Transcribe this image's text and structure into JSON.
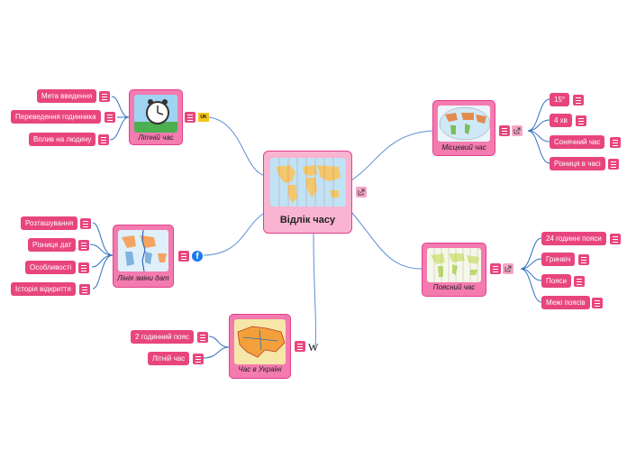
{
  "center": {
    "title": "Відлік часу"
  },
  "summer": {
    "title": "Літній час",
    "leaves": [
      "Мета введення",
      "Переведення годинника",
      "Вплив на людину"
    ]
  },
  "dateline": {
    "title": "Лінія зміни дат",
    "leaves": [
      "Розташування",
      "Різниця дат",
      "Особливості",
      "Історія відкриття"
    ]
  },
  "ukraine": {
    "title": "Час в Україні",
    "leaves": [
      "2 годинний пояс",
      "Літній час"
    ]
  },
  "local": {
    "title": "Місцевий час",
    "leaves": [
      "15°",
      "4 хв",
      "Сонячний час",
      "Різниця в часі"
    ]
  },
  "zonal": {
    "title": "Поясний час",
    "leaves": [
      "24 годинні пояси",
      "Гринвіч",
      "Пояси",
      "Межі поясів"
    ]
  },
  "icons": {
    "wiki": "W",
    "facebook": "f",
    "flag": "UK"
  },
  "colors": {
    "node": "#f47bb0",
    "center": "#f8b4d1",
    "leaf": "#e8457e",
    "line": "#5b8fd6"
  }
}
